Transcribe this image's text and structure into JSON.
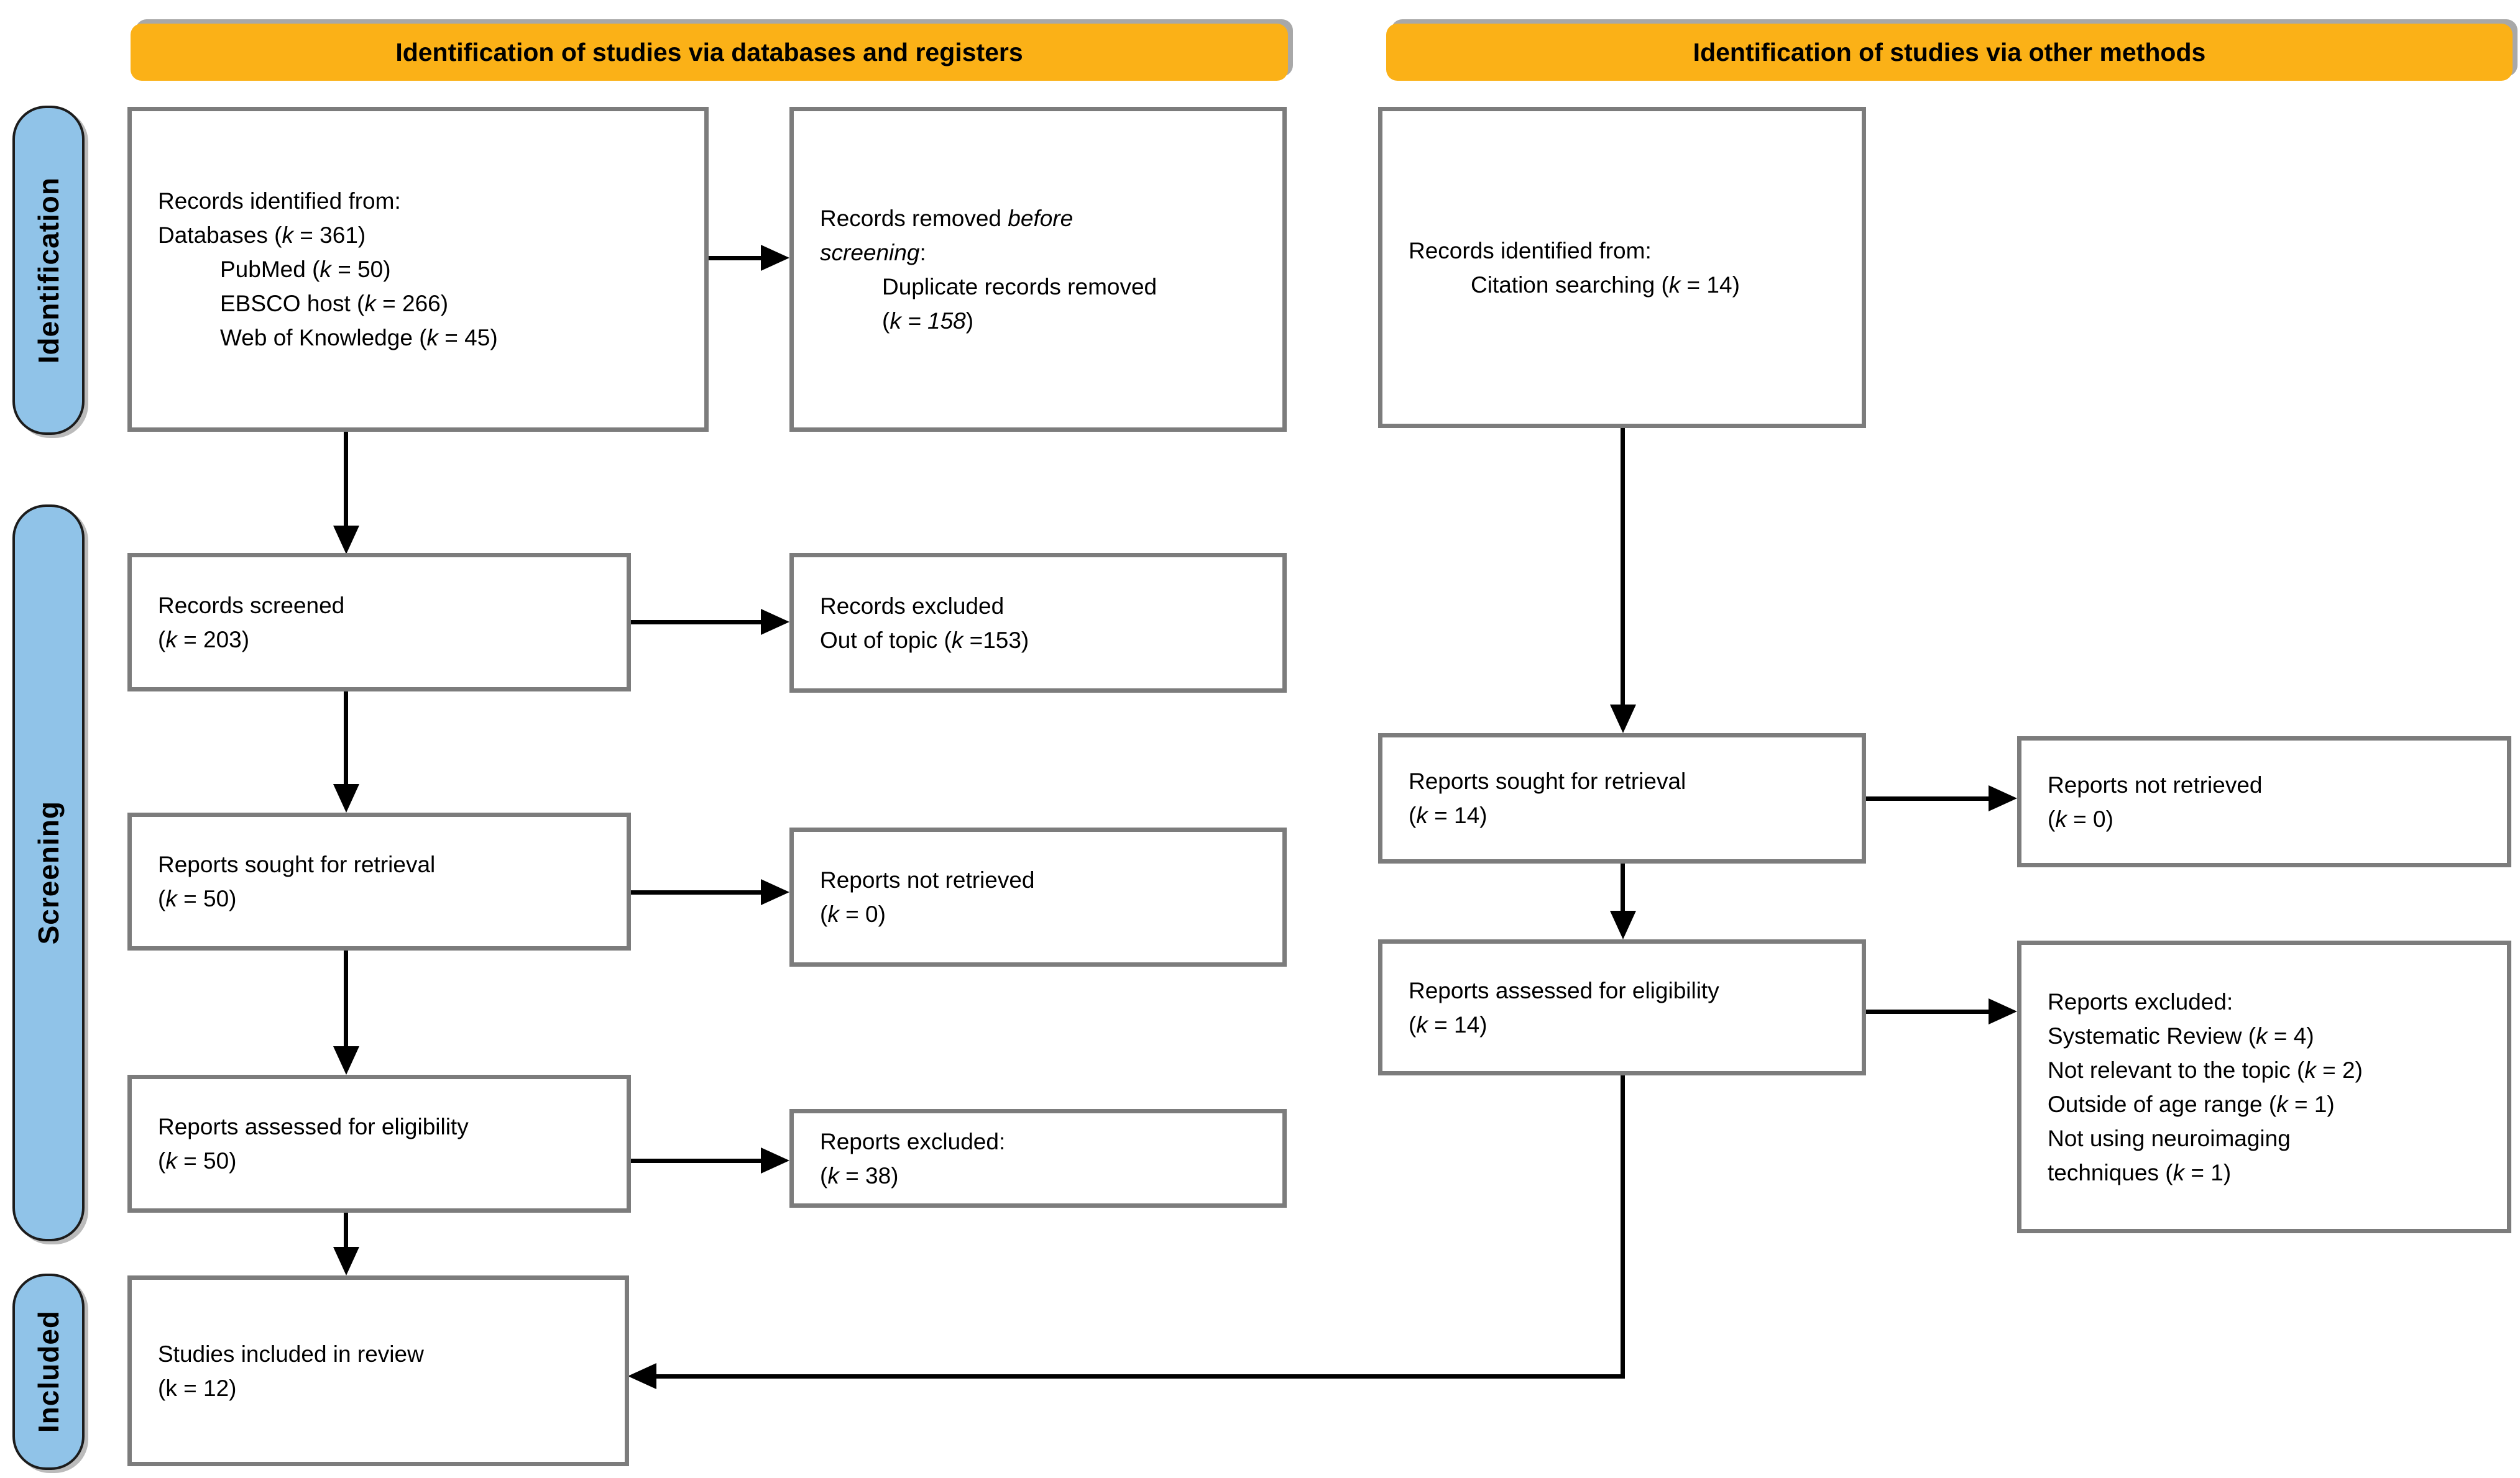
{
  "banners": {
    "databases": "Identification of studies via databases and registers",
    "other_methods": "Identification of studies via other methods"
  },
  "sidebar": {
    "identification": "Identification",
    "screening": "Screening",
    "included": "Included"
  },
  "boxes": {
    "records_identified_db": {
      "lines": [
        {
          "segments": [
            {
              "t": "Records identified from:"
            }
          ]
        },
        {
          "segments": [
            {
              "t": "Databases ("
            },
            {
              "t": "k",
              "i": true
            },
            {
              "t": " = 361)"
            }
          ]
        },
        {
          "indent": true,
          "segments": [
            {
              "t": "PubMed ("
            },
            {
              "t": "k",
              "i": true
            },
            {
              "t": " = 50)"
            }
          ]
        },
        {
          "indent": true,
          "segments": [
            {
              "t": "EBSCO host ("
            },
            {
              "t": "k",
              "i": true
            },
            {
              "t": " = 266)"
            }
          ]
        },
        {
          "indent": true,
          "segments": [
            {
              "t": "Web of Knowledge ("
            },
            {
              "t": "k",
              "i": true
            },
            {
              "t": " = 45)"
            }
          ]
        }
      ]
    },
    "records_removed": {
      "lines": [
        {
          "segments": [
            {
              "t": "Records removed "
            },
            {
              "t": "before",
              "i": true
            }
          ]
        },
        {
          "segments": [
            {
              "t": "screening",
              "i": true
            },
            {
              "t": ":"
            }
          ]
        },
        {
          "indent": true,
          "segments": [
            {
              "t": "Duplicate records removed"
            }
          ]
        },
        {
          "indent": true,
          "segments": [
            {
              "t": "("
            },
            {
              "t": "k = 158",
              "i": true
            },
            {
              "t": ")"
            }
          ]
        }
      ]
    },
    "records_identified_other": {
      "lines": [
        {
          "segments": [
            {
              "t": "Records identified from:"
            }
          ]
        },
        {
          "indent": true,
          "segments": [
            {
              "t": "Citation searching ("
            },
            {
              "t": "k",
              "i": true
            },
            {
              "t": " = 14)"
            }
          ]
        }
      ]
    },
    "records_screened": {
      "lines": [
        {
          "segments": [
            {
              "t": "Records screened"
            }
          ]
        },
        {
          "segments": [
            {
              "t": "("
            },
            {
              "t": "k",
              "i": true
            },
            {
              "t": " = 203)"
            }
          ]
        }
      ]
    },
    "records_excluded": {
      "lines": [
        {
          "segments": [
            {
              "t": "Records excluded"
            }
          ]
        },
        {
          "segments": [
            {
              "t": "Out of topic ("
            },
            {
              "t": "k",
              "i": true
            },
            {
              "t": " =153)"
            }
          ]
        }
      ]
    },
    "reports_sought_db": {
      "lines": [
        {
          "segments": [
            {
              "t": "Reports sought for retrieval"
            }
          ]
        },
        {
          "segments": [
            {
              "t": "("
            },
            {
              "t": "k",
              "i": true
            },
            {
              "t": " = 50)"
            }
          ]
        }
      ]
    },
    "reports_not_retrieved_db": {
      "lines": [
        {
          "segments": [
            {
              "t": "Reports not retrieved"
            }
          ]
        },
        {
          "segments": [
            {
              "t": "("
            },
            {
              "t": "k",
              "i": true
            },
            {
              "t": " = 0)"
            }
          ]
        }
      ]
    },
    "reports_assessed_db": {
      "lines": [
        {
          "segments": [
            {
              "t": "Reports assessed for eligibility"
            }
          ]
        },
        {
          "segments": [
            {
              "t": "("
            },
            {
              "t": "k",
              "i": true
            },
            {
              "t": " = 50)"
            }
          ]
        }
      ]
    },
    "reports_excluded_db": {
      "lines": [
        {
          "segments": [
            {
              "t": "Reports excluded:"
            }
          ]
        },
        {
          "segments": [
            {
              "t": "("
            },
            {
              "t": "k",
              "i": true
            },
            {
              "t": " = 38)"
            }
          ]
        }
      ]
    },
    "studies_included": {
      "lines": [
        {
          "segments": [
            {
              "t": "Studies included in review"
            }
          ]
        },
        {
          "segments": [
            {
              "t": "(k = 12)"
            }
          ]
        }
      ]
    },
    "reports_sought_other": {
      "lines": [
        {
          "segments": [
            {
              "t": "Reports sought for retrieval"
            }
          ]
        },
        {
          "segments": [
            {
              "t": "("
            },
            {
              "t": "k",
              "i": true
            },
            {
              "t": " = 14)"
            }
          ]
        }
      ]
    },
    "reports_not_retrieved_other": {
      "lines": [
        {
          "segments": [
            {
              "t": "Reports not retrieved"
            }
          ]
        },
        {
          "segments": [
            {
              "t": "("
            },
            {
              "t": "k",
              "i": true
            },
            {
              "t": " = 0)"
            }
          ]
        }
      ]
    },
    "reports_assessed_other": {
      "lines": [
        {
          "segments": [
            {
              "t": "Reports assessed for eligibility"
            }
          ]
        },
        {
          "segments": [
            {
              "t": "("
            },
            {
              "t": "k",
              "i": true
            },
            {
              "t": " = 14)"
            }
          ]
        }
      ]
    },
    "reports_excluded_other": {
      "lines": [
        {
          "segments": [
            {
              "t": "Reports excluded:"
            }
          ]
        },
        {
          "segments": [
            {
              "t": "Systematic Review ("
            },
            {
              "t": "k",
              "i": true
            },
            {
              "t": " = 4)"
            }
          ]
        },
        {
          "segments": [
            {
              "t": "Not relevant to the topic ("
            },
            {
              "t": "k",
              "i": true
            },
            {
              "t": " = 2)"
            }
          ]
        },
        {
          "segments": [
            {
              "t": "Outside of age range ("
            },
            {
              "t": "k",
              "i": true
            },
            {
              "t": " = 1)"
            }
          ]
        },
        {
          "segments": [
            {
              "t": "Not using neuroimaging"
            }
          ]
        },
        {
          "segments": [
            {
              "t": "techniques ("
            },
            {
              "t": "k",
              "i": true
            },
            {
              "t": " = 1)"
            }
          ]
        }
      ]
    }
  },
  "colors": {
    "banner": "#FBB117",
    "sidebar": "#90C3E8",
    "box_border": "#7C7C7C",
    "arrow": "#000000"
  }
}
